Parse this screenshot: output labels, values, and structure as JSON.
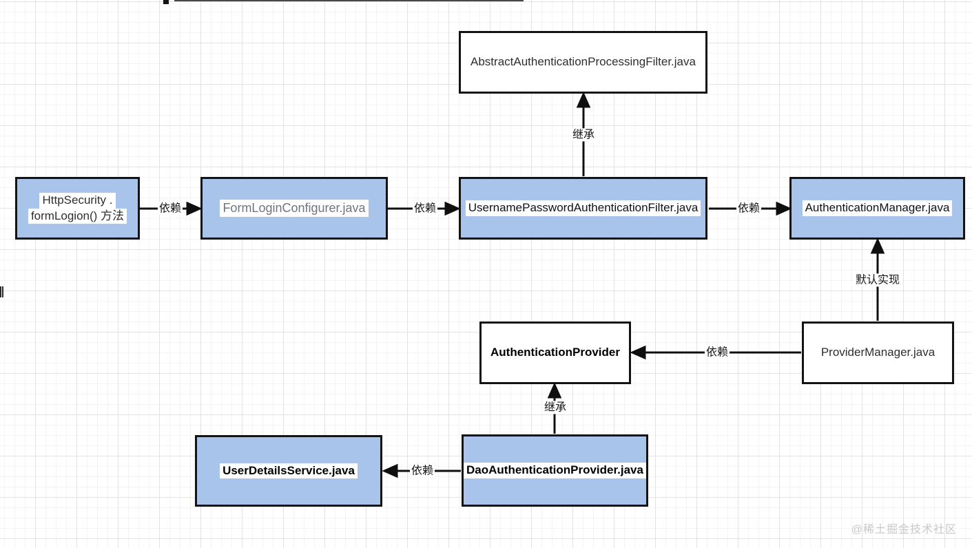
{
  "diagram": {
    "title_hint": "Spring Security form login class relationship diagram",
    "nodes": {
      "abstract_filter": {
        "label": "AbstractAuthenticationProcessingFilter.java",
        "fill": "white"
      },
      "http_security": {
        "line1": "HttpSecurity .",
        "line2": "formLogion() 方法",
        "fill": "blue"
      },
      "form_login_configurer": {
        "label": "FormLoginConfigurer.java",
        "fill": "blue"
      },
      "username_password_filter": {
        "label": "UsernamePasswordAuthenticationFilter.java",
        "fill": "blue"
      },
      "authentication_manager": {
        "label": "AuthenticationManager.java",
        "fill": "blue"
      },
      "authentication_provider": {
        "label": "AuthenticationProvider",
        "fill": "white"
      },
      "provider_manager": {
        "label": "ProviderManager.java",
        "fill": "white"
      },
      "user_details_service": {
        "label": "UserDetailsService.java",
        "fill": "blue"
      },
      "dao_authentication_provider": {
        "label": "DaoAuthenticationProvider.java",
        "fill": "blue"
      }
    },
    "edges": {
      "e1": {
        "from": "http_security",
        "to": "form_login_configurer",
        "label": "依赖",
        "direction": "right"
      },
      "e2": {
        "from": "form_login_configurer",
        "to": "username_password_filter",
        "label": "依赖",
        "direction": "right"
      },
      "e3": {
        "from": "username_password_filter",
        "to": "authentication_manager",
        "label": "依赖",
        "direction": "right"
      },
      "e4": {
        "from": "username_password_filter",
        "to": "abstract_filter",
        "label": "继承",
        "direction": "up"
      },
      "e5": {
        "from": "provider_manager",
        "to": "authentication_manager",
        "label": "默认实现",
        "direction": "up"
      },
      "e6": {
        "from": "provider_manager",
        "to": "authentication_provider",
        "label": "依赖",
        "direction": "left"
      },
      "e7": {
        "from": "dao_authentication_provider",
        "to": "authentication_provider",
        "label": "继承",
        "direction": "up"
      },
      "e8": {
        "from": "dao_authentication_provider",
        "to": "user_details_service",
        "label": "依赖",
        "direction": "left"
      }
    },
    "colors": {
      "node_fill_blue": "#a9c4eb",
      "node_fill_white": "#ffffff",
      "node_border": "#131313",
      "edge_stroke": "#0f0f0f",
      "muted_node_text": "#6d7580",
      "grid_major": "#e2e2e2",
      "grid_minor": "#f4f4f4",
      "watermark_text_color": "#c9c9c9"
    }
  },
  "watermark": {
    "text": "@稀土掘金技术社区"
  }
}
